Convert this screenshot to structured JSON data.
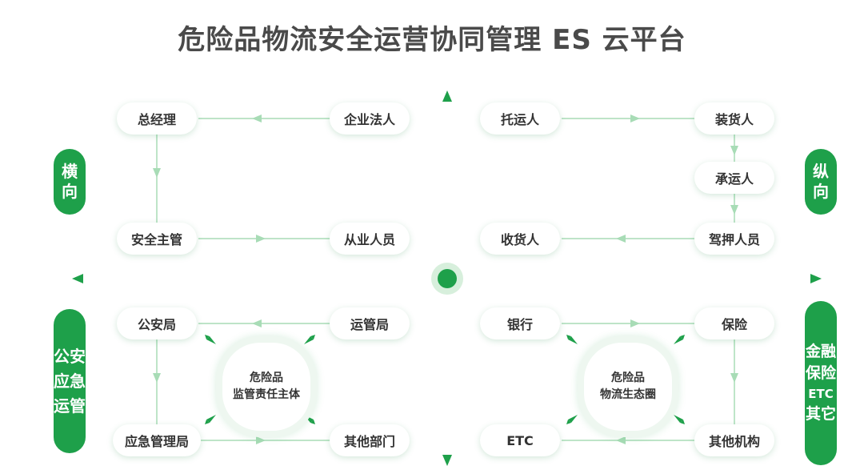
{
  "title": "危险品物流安全运营协同管理 ES 云平台",
  "colors": {
    "accent": "#1ea04a",
    "line": "#a8dcb6",
    "title": "#4a4a4a"
  },
  "side_labels": {
    "left_top": [
      "横",
      "向"
    ],
    "right_top": [
      "纵",
      "向"
    ],
    "left_bottom": [
      "公安",
      "应急",
      "运管"
    ],
    "right_bottom": [
      "金融",
      "保险",
      "ETC",
      "其它"
    ]
  },
  "quadrant_tl": {
    "general_manager": "总经理",
    "legal_person": "企业法人",
    "safety_manager": "安全主管",
    "staff": "从业人员"
  },
  "quadrant_tr": {
    "consignor": "托运人",
    "loader": "装货人",
    "carrier": "承运人",
    "consignee": "收货人",
    "driver_escort": "驾押人员"
  },
  "quadrant_bl": {
    "police": "公安局",
    "transport_bureau": "运管局",
    "emergency_bureau": "应急管理局",
    "other_departments": "其他部门",
    "hub_line1": "危险品",
    "hub_line2": "监管责任主体"
  },
  "quadrant_br": {
    "bank": "银行",
    "insurance": "保险",
    "etc": "ETC",
    "other_institutions": "其他机构",
    "hub_line1": "危险品",
    "hub_line2": "物流生态圈"
  }
}
